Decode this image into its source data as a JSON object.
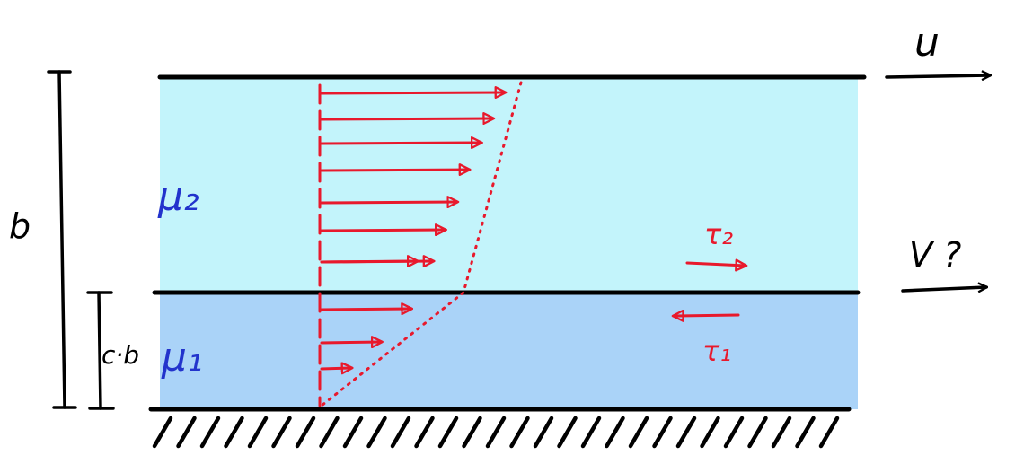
{
  "colors": {
    "layer_upper": "#c3f4fb",
    "layer_lower": "#aad3f8",
    "outline": "#000000",
    "velocity": "#e8192c",
    "viscosity_label": "#2233cc"
  },
  "labels": {
    "u": "u",
    "v": "V ?",
    "b": "b",
    "cb": "c·b",
    "mu2": "μ₂",
    "mu1": "μ₁",
    "tau2": "τ₂",
    "tau1": "τ₁"
  },
  "profile": {
    "upper_layer_fractions": [
      0.92,
      0.86,
      0.8,
      0.74,
      0.68,
      0.62,
      0.56,
      0.48
    ],
    "lower_layer_fractions": [
      0.45,
      0.3,
      0.15
    ]
  }
}
